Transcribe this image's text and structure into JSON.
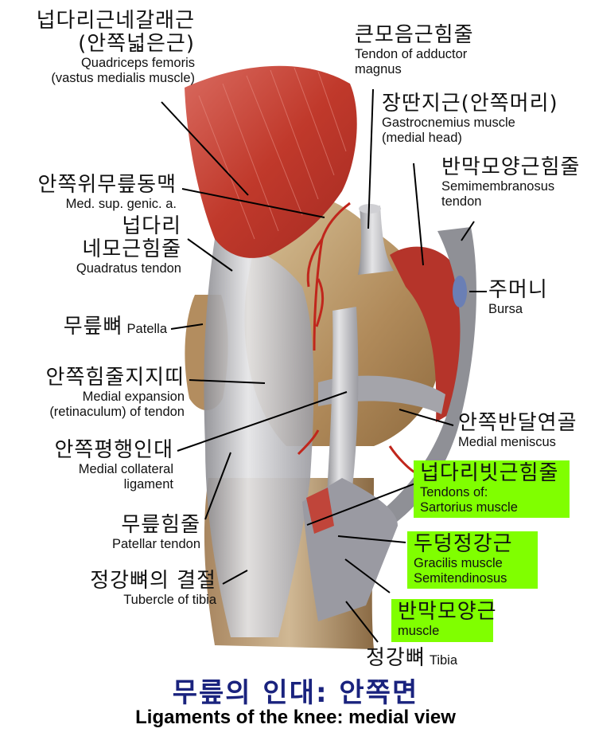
{
  "figure": {
    "title_ko": "무릎의 인대: 안쪽면",
    "title_en": "Ligaments of the knee: medial view",
    "colors": {
      "muscle_red": "#c0392b",
      "tendon_gray": "#b8b8bc",
      "bone_tan": "#b08a5a",
      "highlight_green": "#80ff00",
      "title_navy": "#1a237e",
      "bursa_blue": "#6a7fb5"
    }
  },
  "labels": [
    {
      "id": "quadriceps",
      "ko": [
        "넙다리근네갈래근",
        "(안쪽넓은근)"
      ],
      "en": [
        "Quadriceps femoris",
        "(vastus medialis muscle)"
      ]
    },
    {
      "id": "adductor_tendon",
      "ko": [
        "큰모음근힘줄"
      ],
      "en": [
        "Tendon of adductor",
        "magnus"
      ]
    },
    {
      "id": "gastrocnemius",
      "ko": [
        "장딴지근(안쪽머리)"
      ],
      "en": [
        "Gastrocnemius muscle",
        "(medial head)"
      ]
    },
    {
      "id": "semimembranosus_tendon",
      "ko": [
        "반막모양근힘줄"
      ],
      "en": [
        "Semimembranosus",
        "tendon"
      ]
    },
    {
      "id": "med_sup_genic",
      "ko": [
        "안쪽위무릎동맥"
      ],
      "en": [
        "Med. sup. genic. a."
      ]
    },
    {
      "id": "quadratus_tendon",
      "ko": [
        "넙다리",
        "네모근힘줄"
      ],
      "en": [
        "Quadratus tendon"
      ]
    },
    {
      "id": "bursa",
      "ko": [
        "주머니"
      ],
      "en": [
        "Bursa"
      ]
    },
    {
      "id": "patella",
      "ko": [
        "무릎뼈"
      ],
      "en": [
        "Patella"
      ]
    },
    {
      "id": "medial_expansion",
      "ko": [
        "안쪽힘줄지지띠"
      ],
      "en": [
        "Medial expansion",
        "(retinaculum) of tendon"
      ]
    },
    {
      "id": "medial_meniscus",
      "ko": [
        "안쪽반달연골"
      ],
      "en": [
        "Medial meniscus"
      ]
    },
    {
      "id": "mcl",
      "ko": [
        "안쪽평행인대"
      ],
      "en": [
        "Medial collateral",
        "ligament"
      ]
    },
    {
      "id": "sartorius",
      "ko": [
        "넙다리빗근힘줄"
      ],
      "en": [
        "Tendons of:",
        "Sartorius muscle"
      ],
      "highlighted": true
    },
    {
      "id": "patellar_tendon",
      "ko": [
        "무릎힘줄"
      ],
      "en": [
        "Patellar tendon"
      ]
    },
    {
      "id": "gracilis",
      "ko": [
        "두덩정강근"
      ],
      "en": [
        "Gracilis muscle",
        "Semitendinosus"
      ],
      "highlighted": true
    },
    {
      "id": "tibial_tubercle",
      "ko": [
        "정강뼈의 결절"
      ],
      "en": [
        "Tubercle of tibia"
      ]
    },
    {
      "id": "semimembranosus_muscle",
      "ko": [
        "반막모양근"
      ],
      "en": [
        "muscle"
      ],
      "highlighted": true
    },
    {
      "id": "tibia",
      "ko": [
        "정강뼈"
      ],
      "en": [
        "Tibia"
      ]
    }
  ]
}
